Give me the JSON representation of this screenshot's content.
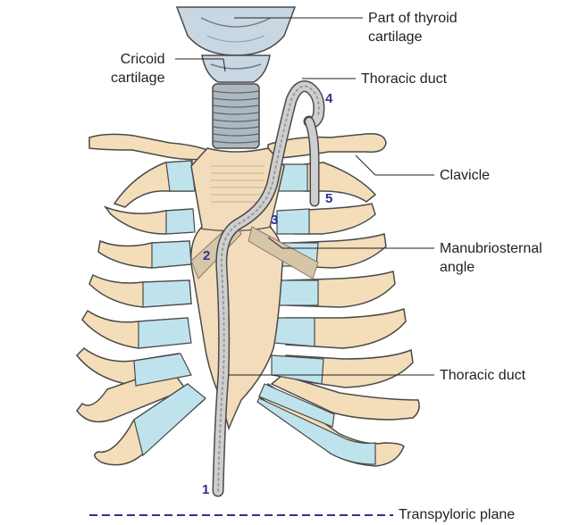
{
  "labels": {
    "thyroid_line1": "Part of thyroid",
    "thyroid_line2": "cartilage",
    "cricoid_line1": "Cricoid",
    "cricoid_line2": "cartilage",
    "thoracic_duct_top": "Thoracic duct",
    "clavicle": "Clavicle",
    "manubrio_line1": "Manubriosternal",
    "manubrio_line2": "angle",
    "thoracic_duct_mid": "Thoracic duct",
    "transpyloric": "Transpyloric plane"
  },
  "numbers": {
    "n1": "1",
    "n2": "2",
    "n3": "3",
    "n4": "4",
    "n5": "5"
  },
  "colors": {
    "bone": "#f3deb9",
    "bone_outline": "#4a4a4a",
    "costal_cartilage": "#bfe3ec",
    "sternum": "#f2dcbb",
    "duct": "#c9c9c9",
    "number_color": "#2e3192",
    "dashed_line": "#2e3192",
    "cartilage_blue": "#c9d7e3",
    "trachea": "#b5bfc7"
  }
}
